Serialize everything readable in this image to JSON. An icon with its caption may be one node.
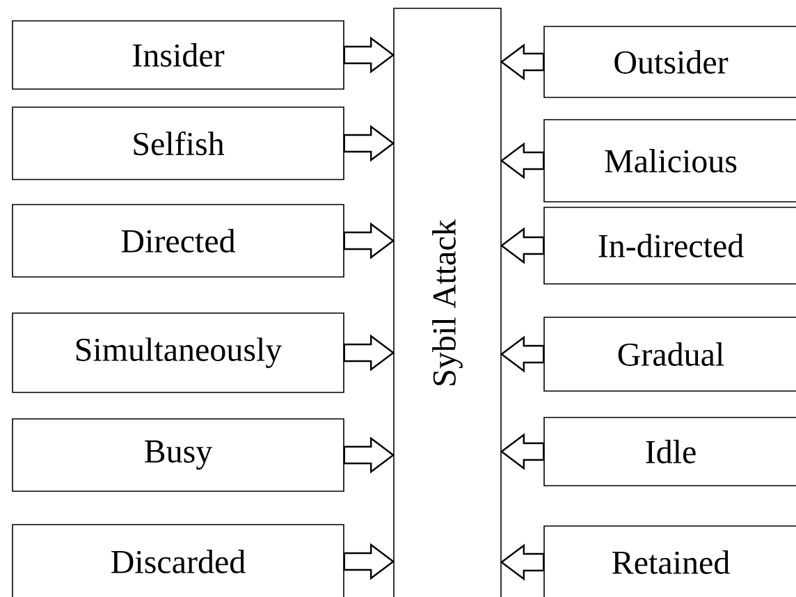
{
  "diagram": {
    "nodes": [
      {
        "text": [
          "Sybil Attack"
        ]
      },
      {
        "text": [
          "Insider"
        ]
      },
      {
        "text": [
          "Selfish"
        ]
      },
      {
        "text": [
          "Directed"
        ]
      },
      {
        "text": [
          "Simultaneously"
        ]
      },
      {
        "text": [
          "Busy"
        ]
      },
      {
        "text": [
          "Discarded"
        ]
      },
      {
        "text": [
          "Outsider"
        ]
      },
      {
        "text": [
          "Malicious"
        ]
      },
      {
        "text": [
          "In-directed"
        ]
      },
      {
        "text": [
          "Gradual"
        ]
      },
      {
        "text": [
          "Idle"
        ]
      },
      {
        "text": [
          "Retained"
        ]
      }
    ],
    "edges": [
      {
        "from": 1,
        "to": 0,
        "arrow": "to"
      },
      {
        "from": 2,
        "to": 0,
        "arrow": "to"
      },
      {
        "from": 3,
        "to": 0,
        "arrow": "to"
      },
      {
        "from": 4,
        "to": 0,
        "arrow": "to"
      },
      {
        "from": 5,
        "to": 0,
        "arrow": "to"
      },
      {
        "from": 6,
        "to": 0,
        "arrow": "to"
      },
      {
        "from": 7,
        "to": 0,
        "arrow": "to"
      },
      {
        "from": 8,
        "to": 0,
        "arrow": "to"
      },
      {
        "from": 9,
        "to": 0,
        "arrow": "to"
      },
      {
        "from": 10,
        "to": 0,
        "arrow": "to"
      },
      {
        "from": 11,
        "to": 0,
        "arrow": "to"
      },
      {
        "from": 12,
        "to": 0,
        "arrow": "to"
      }
    ]
  }
}
